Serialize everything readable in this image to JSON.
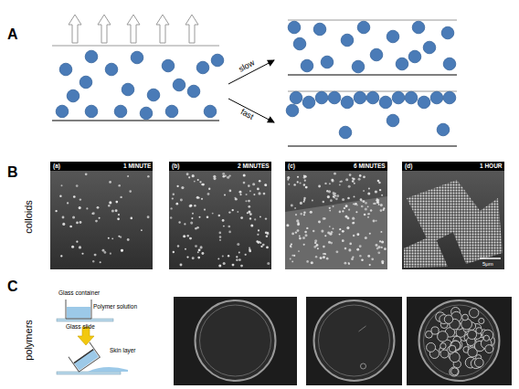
{
  "diagram": {
    "labels": [
      "A",
      "slow",
      "fast",
      "B",
      "colloids",
      "(a)",
      "1 MINUTE",
      "(b)",
      "2 MINUTES",
      "(c)",
      "6 MINUTES",
      "(d)",
      "1 HOUR",
      "5μm",
      "C",
      "polymers",
      "Glass container",
      "Polymer solution",
      "Glass slide",
      "Skin layer"
    ]
  }
}
